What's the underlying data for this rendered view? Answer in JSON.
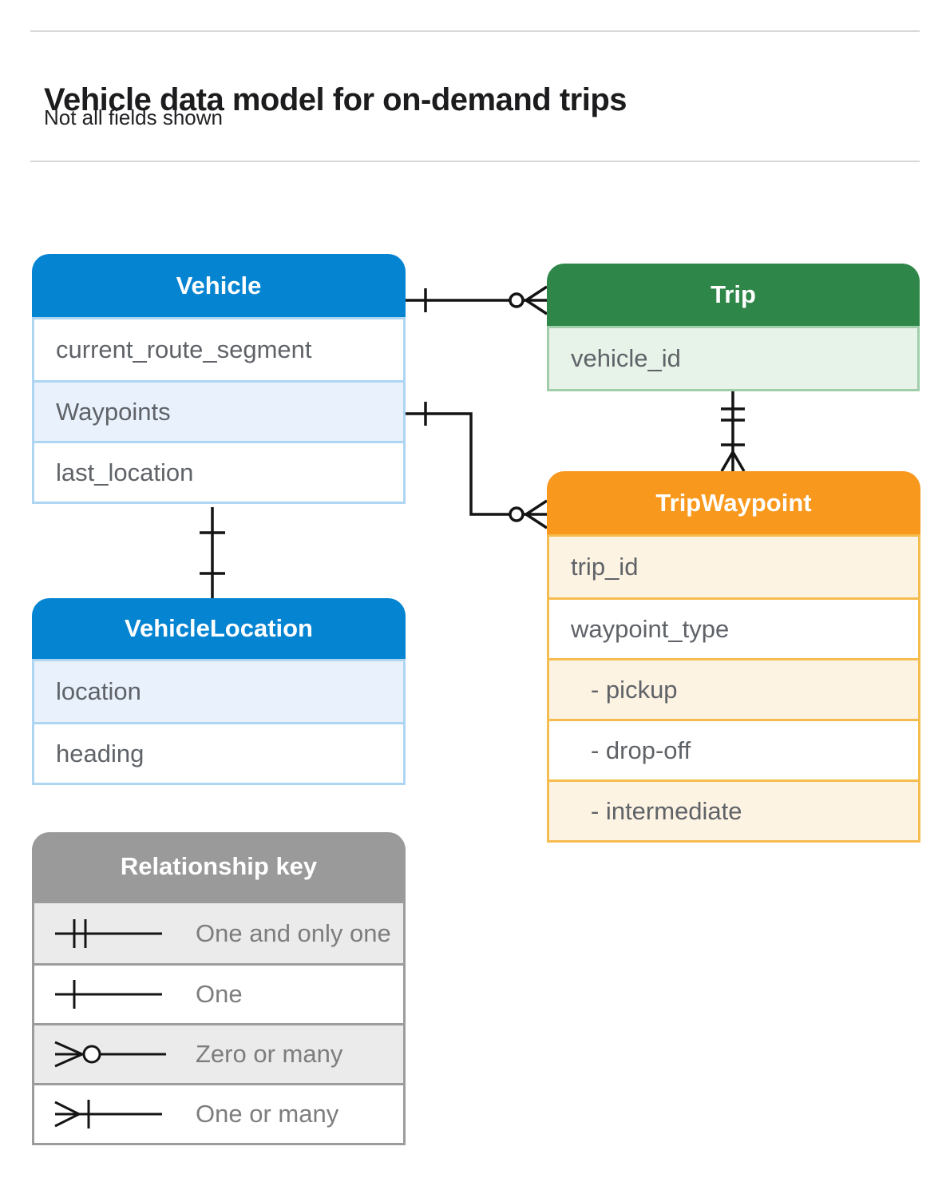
{
  "page": {
    "title": "Vehicle data model for on-demand trips",
    "subtitle": "Not all fields shown"
  },
  "entities": {
    "vehicle": {
      "title": "Vehicle",
      "rows": [
        "current_route_segment",
        "Waypoints",
        "last_location"
      ]
    },
    "trip": {
      "title": "Trip",
      "rows": [
        "vehicle_id"
      ]
    },
    "trip_waypoint": {
      "title": "TripWaypoint",
      "rows": [
        "trip_id",
        "waypoint_type",
        "- pickup",
        "- drop-off",
        "- intermediate"
      ]
    },
    "vehicle_location": {
      "title": "VehicleLocation",
      "rows": [
        "location",
        "heading"
      ]
    }
  },
  "legend": {
    "title": "Relationship key",
    "items": [
      {
        "symbol": "one-and-only-one-icon",
        "label": "One and only one"
      },
      {
        "symbol": "one-icon",
        "label": "One"
      },
      {
        "symbol": "zero-or-many-icon",
        "label": "Zero or many"
      },
      {
        "symbol": "one-or-many-icon",
        "label": "One or many"
      }
    ]
  },
  "relationships": [
    {
      "from": "Vehicle",
      "to": "Trip",
      "from_cardinality": "one",
      "to_cardinality": "zero-or-many"
    },
    {
      "from": "Vehicle.Waypoints",
      "to": "TripWaypoint",
      "from_cardinality": "one",
      "to_cardinality": "zero-or-many"
    },
    {
      "from": "Trip",
      "to": "TripWaypoint",
      "from_cardinality": "one-and-only-one",
      "to_cardinality": "one-or-many"
    },
    {
      "from": "Vehicle",
      "to": "VehicleLocation",
      "from_cardinality": "one",
      "to_cardinality": "one"
    }
  ],
  "colors": {
    "vehicle_header": "#0584d2",
    "vehicle_border": "#aed5f2",
    "vehicle_row_alt": "#e8f1fc",
    "trip_header": "#2e8648",
    "trip_border": "#a0cdaa",
    "trip_row_alt": "#e7f2e9",
    "trip_waypoint_header": "#f8981d",
    "trip_waypoint_border": "#f5bc50",
    "trip_waypoint_row_alt": "#fdf3e3",
    "legend_header": "#9a9a9a",
    "legend_row_alt": "#ebebeb",
    "row_text": "#5f6368",
    "connector": "#141414",
    "divider": "#d8d8d8"
  }
}
